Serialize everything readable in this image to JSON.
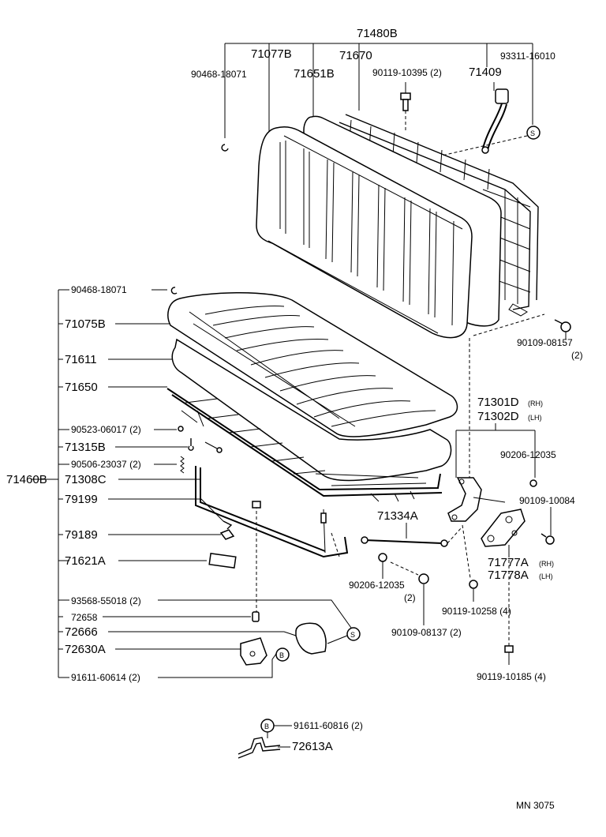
{
  "back": {
    "group": "71480B",
    "p71077B": "71077B",
    "p71670": "71670",
    "p93311": "93311-16010",
    "p90468": "90468-18071",
    "p71651B": "71651B",
    "p90119a": "90119-10395 (2)",
    "p71409": "71409",
    "s": "S",
    "p90109a": "90109-08157",
    "p90109a_q": "(2)"
  },
  "cushion": {
    "group": "71460B",
    "p90468": "90468-18071",
    "p71075B": "71075B",
    "p71611": "71611",
    "p71650": "71650",
    "p90523": "90523-06017 (2)",
    "p71315B": "71315B",
    "p90506": "90506-23037 (2)",
    "p71308C": "71308C",
    "p79199": "79199",
    "p79189": "79189",
    "p71621A": "71621A",
    "p93568": "93568-55018 (2)",
    "p72658": "72658",
    "p72666": "72666",
    "p72630A": "72630A",
    "p91611a": "91611-60614 (2)",
    "b": "B",
    "s": "S"
  },
  "hinge": {
    "p71301D": "71301D",
    "rh": "(RH)",
    "p71302D": "71302D",
    "lh": "(LH)",
    "p90206a": "90206-12035",
    "p90109b": "90109-10084",
    "p71334A": "71334A",
    "p71777A": "71777A",
    "p71778A": "71778A",
    "p90206b": "90206-12035",
    "p90206b_q": "(2)",
    "p90109c": "90109-08137 (2)",
    "p90119b": "90119-10258 (4)",
    "p90119c": "90119-10185 (4)"
  },
  "bracket": {
    "b": "B",
    "p91611b": "91611-60816 (2)",
    "p72613A": "72613A"
  },
  "footer": {
    "code": "MN  3075"
  }
}
